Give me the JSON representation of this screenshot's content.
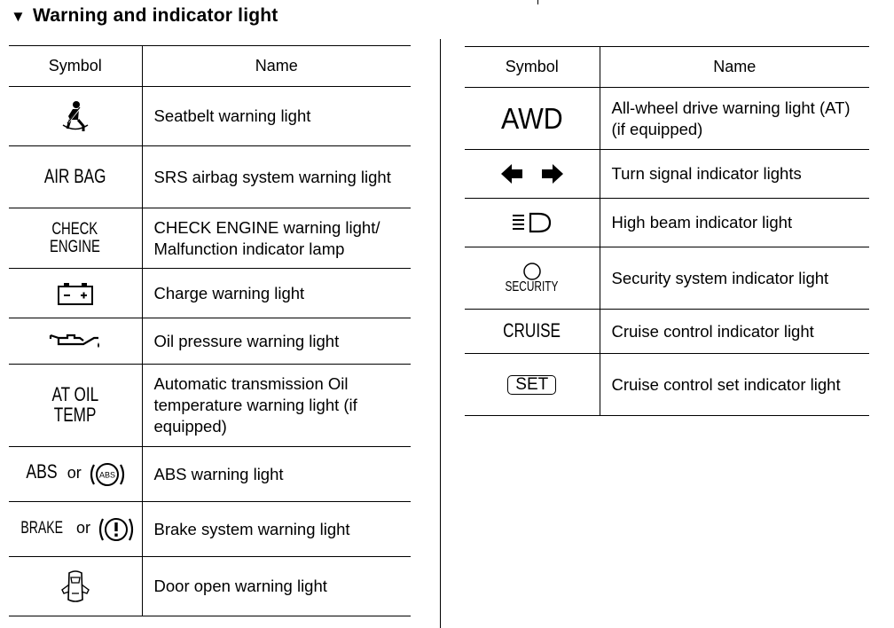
{
  "section": {
    "marker": "▼",
    "title": "Warning and indicator light"
  },
  "table_left": {
    "headers": {
      "symbol": "Symbol",
      "name": "Name"
    },
    "rows": [
      {
        "symbol_icon": "seatbelt-icon",
        "name": "Seatbelt warning light"
      },
      {
        "symbol_text": "AIR BAG",
        "name": "SRS airbag system warning light"
      },
      {
        "symbol_lines": [
          "CHECK",
          "ENGINE"
        ],
        "name": "CHECK ENGINE warning light/ Malfunction indicator lamp"
      },
      {
        "symbol_icon": "battery-charge-icon",
        "name": "Charge warning light"
      },
      {
        "symbol_icon": "oil-can-icon",
        "name": "Oil pressure warning light"
      },
      {
        "symbol_lines": [
          "AT OIL",
          "TEMP"
        ],
        "name": "Automatic transmission Oil temperature warning light (if equipped)"
      },
      {
        "symbol_text": "ABS",
        "symbol_or": "or",
        "symbol_circle_text": "ABS",
        "name": "ABS warning light"
      },
      {
        "symbol_text": "BRAKE",
        "symbol_or": "or",
        "symbol_icon": "brake-exclamation-icon",
        "name": "Brake system warning light"
      },
      {
        "symbol_icon": "car-door-open-icon",
        "name": "Door open warning light"
      }
    ]
  },
  "table_right": {
    "headers": {
      "symbol": "Symbol",
      "name": "Name"
    },
    "rows": [
      {
        "symbol_text": "AWD",
        "name": "All-wheel drive warning light (AT) (if equipped)"
      },
      {
        "symbol_icon": "turn-arrows-icon",
        "name": "Turn signal indicator lights"
      },
      {
        "symbol_icon": "high-beam-icon",
        "name": "High beam indicator light"
      },
      {
        "symbol_icon": "security-circle-icon",
        "symbol_text": "SECURITY",
        "name": "Security system indicator light"
      },
      {
        "symbol_text": "CRUISE",
        "name": "Cruise control indicator light"
      },
      {
        "symbol_text": "SET",
        "name": "Cruise control set indicator light"
      }
    ]
  }
}
